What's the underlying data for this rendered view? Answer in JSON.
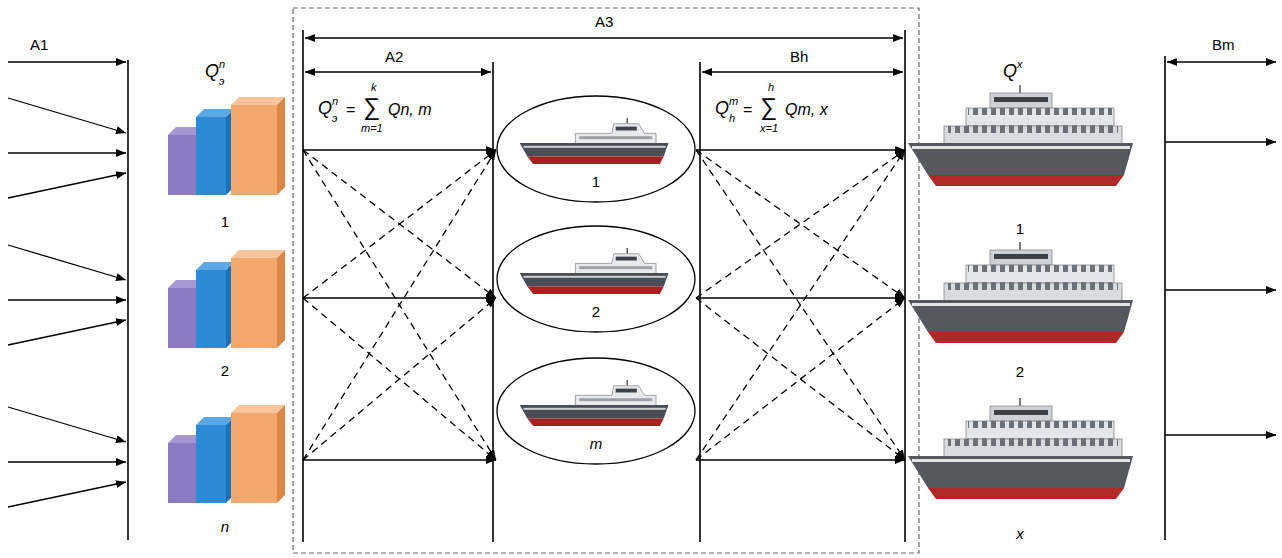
{
  "diagram": {
    "nodes": [
      {
        "text": [
          "1"
        ]
      },
      {
        "text": [
          "2"
        ]
      },
      {
        "text": [
          "n"
        ]
      },
      {
        "text": [
          "1"
        ]
      },
      {
        "text": [
          "2"
        ]
      },
      {
        "text": [
          "m"
        ]
      },
      {
        "text": [
          "1"
        ]
      },
      {
        "text": [
          "2"
        ]
      },
      {
        "text": [
          "x"
        ]
      }
    ],
    "edges": [
      {
        "from": 0,
        "to": 3,
        "arrow": "to"
      },
      {
        "from": 0,
        "to": 4,
        "arrow": "to"
      },
      {
        "from": 0,
        "to": 5,
        "arrow": "to"
      },
      {
        "from": 1,
        "to": 3,
        "arrow": "to"
      },
      {
        "from": 1,
        "to": 4,
        "arrow": "to"
      },
      {
        "from": 1,
        "to": 5,
        "arrow": "to"
      },
      {
        "from": 2,
        "to": 3,
        "arrow": "to"
      },
      {
        "from": 2,
        "to": 4,
        "arrow": "to"
      },
      {
        "from": 2,
        "to": 5,
        "arrow": "to"
      },
      {
        "from": 3,
        "to": 6,
        "arrow": "to"
      },
      {
        "from": 3,
        "to": 7,
        "arrow": "to"
      },
      {
        "from": 3,
        "to": 8,
        "arrow": "to"
      },
      {
        "from": 4,
        "to": 6,
        "arrow": "to"
      },
      {
        "from": 4,
        "to": 7,
        "arrow": "to"
      },
      {
        "from": 4,
        "to": 8,
        "arrow": "to"
      },
      {
        "from": 5,
        "to": 6,
        "arrow": "to"
      },
      {
        "from": 5,
        "to": 7,
        "arrow": "to"
      },
      {
        "from": 5,
        "to": 8,
        "arrow": "to"
      }
    ],
    "labels": [
      "A1",
      "Q",
      "n",
      "э",
      "A3",
      "A2",
      "Q",
      "n",
      "э",
      "=",
      "k",
      "∑",
      "m=1",
      "Qn, m",
      "Bh",
      "Q",
      "m",
      "h",
      "=",
      "h",
      "∑",
      "x=1",
      "Qm, x",
      "Q",
      "x",
      "Bm"
    ]
  }
}
